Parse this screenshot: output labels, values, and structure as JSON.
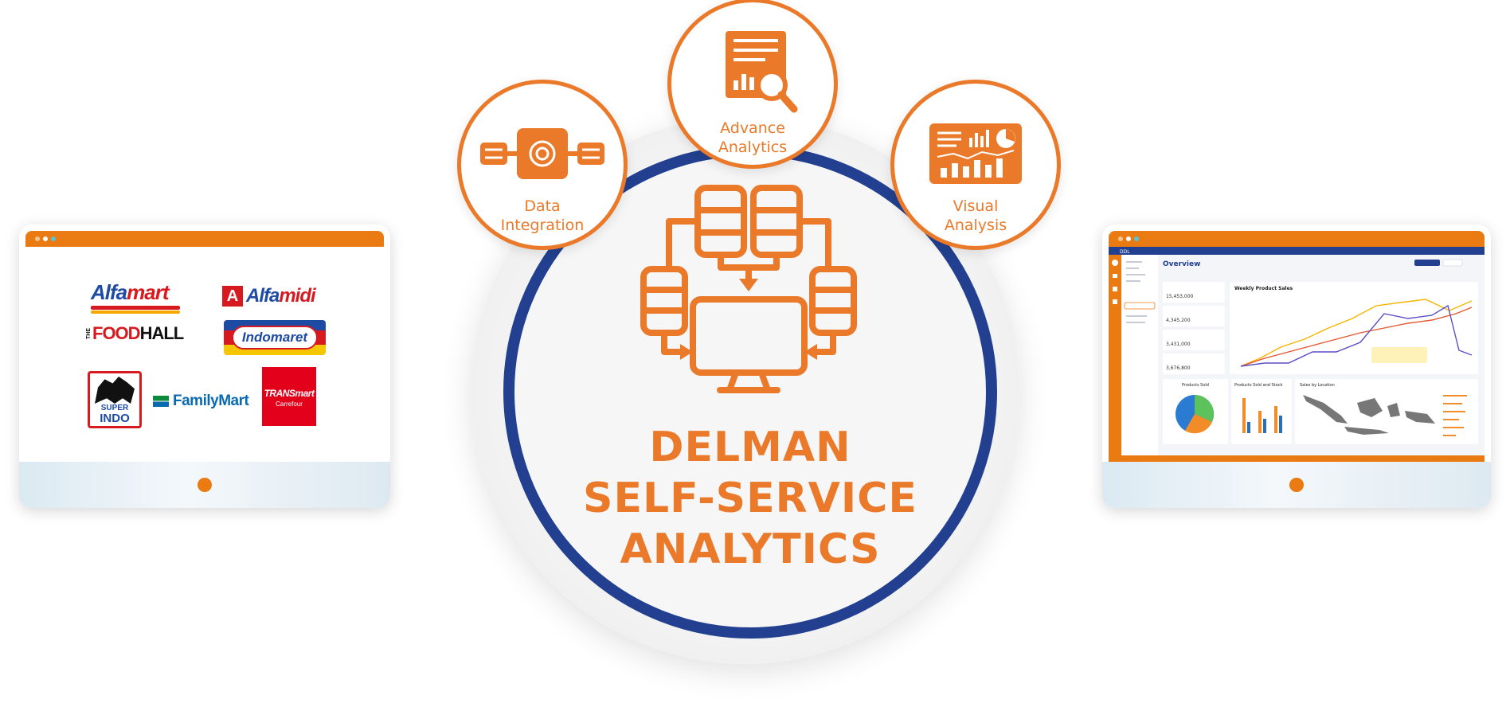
{
  "hub": {
    "title_line1": "DELMAN",
    "title_line2": "SELF-SERVICE",
    "title_line3": "ANALYTICS",
    "ring_color": "#22408f",
    "accent_color": "#ea7a2a"
  },
  "satellites": [
    {
      "label_line1": "Data",
      "label_line2": "Integration",
      "icon": "data-integration-icon"
    },
    {
      "label_line1": "Advance",
      "label_line2": "Analytics",
      "icon": "report-magnifier-icon"
    },
    {
      "label_line1": "Visual",
      "label_line2": "Analysis",
      "icon": "dashboard-icon"
    }
  ],
  "left_device": {
    "logos": {
      "alfamart": {
        "a": "Alfa",
        "b": "mart"
      },
      "alfamidi": {
        "badge": "A",
        "a": "Alfa",
        "b": "midi"
      },
      "foodhall": {
        "the": "THE",
        "a": "FOOD",
        "b": "HALL"
      },
      "indomaret": "Indomaret",
      "superindo": {
        "a": "SUPER",
        "b": "INDO"
      },
      "familymart": "FamilyMart",
      "transmart": {
        "a": "TRANSmart",
        "b": "Carrefour"
      }
    }
  },
  "right_device": {
    "app_name": "DDL",
    "page_title": "Overview",
    "chart_title": "Weekly Product Sales",
    "metrics": [
      "15,453,000",
      "4,345,200",
      "3,431,000",
      "3,676,800"
    ],
    "panels": [
      "Products Sold",
      "Products Sold and Stock",
      "Sales by Location"
    ]
  }
}
